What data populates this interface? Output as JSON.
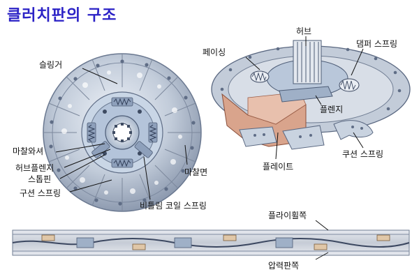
{
  "title": "클러치판의 구조",
  "labels": {
    "lining": "슬링거",
    "facing": "페이싱",
    "hub": "허브",
    "damper_spring": "댐퍼 스프링",
    "flange": "플렌지",
    "plate": "플레이트",
    "cushion_spring_right": "쿠션 스프링",
    "friction_washer": "마찰와셔",
    "hub_flange": "허브플렌지",
    "stop_pin": "스톱핀",
    "cushion_spring_left": "구션 스프링",
    "torsion_coil_spring": "비틀림 코일 스프링",
    "friction_surface": "마찰면",
    "flywheel_side": "플라이휠쪽",
    "pressure_plate_side": "압력판쪽"
  },
  "colors": {
    "title": "#2b22c6",
    "disc_metal": "#aab6c6",
    "copper_plate": "#d9a48c",
    "leader": "#111111"
  }
}
